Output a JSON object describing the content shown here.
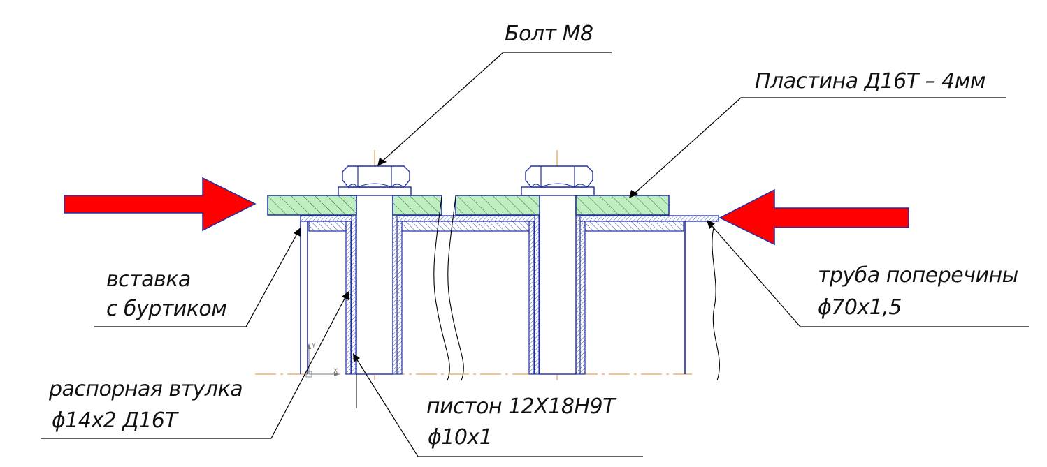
{
  "colors": {
    "plate_fill": "#bfeec0",
    "arrow_fill": "#ff0000",
    "outline": "#1f2fa8",
    "axis": "#e08a2a",
    "label": "#111111"
  },
  "labels": {
    "bolt": "Болт М8",
    "plate": "Пластина Д16Т – 4мм",
    "insert_line1": "вставка",
    "insert_line2": "с буртиком",
    "tube_line1": "труба поперечины",
    "tube_line2": "ϕ70х1,5",
    "sleeve_line1": "распорная втулка",
    "sleeve_line2": "ϕ14х2  Д16Т",
    "piston_line1": "пистон   12Х18Н9Т",
    "piston_line2": "ϕ10х1"
  },
  "icons": {
    "load_arrow_left": "right-pointing-arrow",
    "load_arrow_right": "left-pointing-arrow",
    "ucs": "ucs-axes-icon"
  },
  "ucs": {
    "x_label": "X",
    "y_label": "Y"
  }
}
